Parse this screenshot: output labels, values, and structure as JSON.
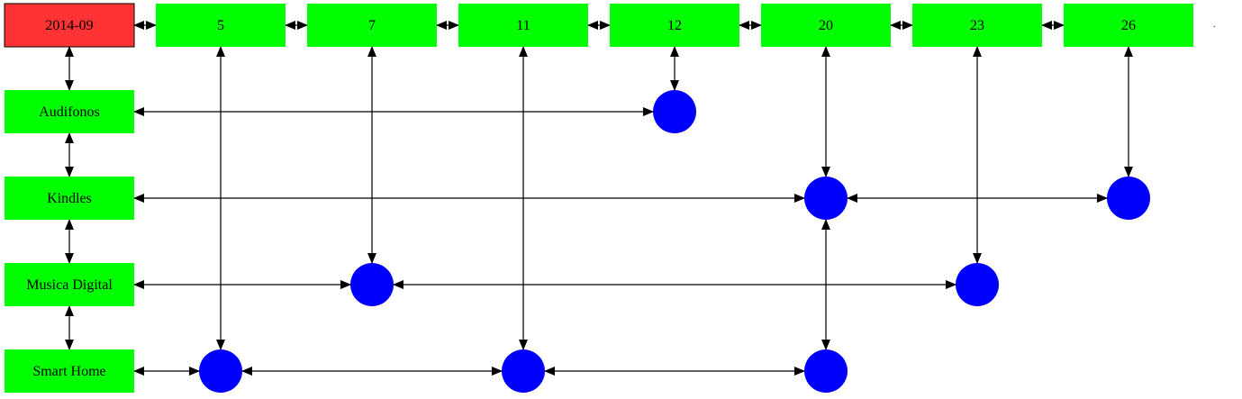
{
  "header": {
    "period": "2014-09",
    "days": [
      "5",
      "7",
      "11",
      "12",
      "20",
      "23",
      "26"
    ],
    "trailing_mark": "."
  },
  "categories": [
    "Audifonos",
    "Kindles",
    "Musica Digital",
    "Smart Home"
  ],
  "events": [
    {
      "category": "Audifonos",
      "days": [
        "12"
      ]
    },
    {
      "category": "Kindles",
      "days": [
        "20",
        "26"
      ]
    },
    {
      "category": "Musica Digital",
      "days": [
        "7",
        "23"
      ]
    },
    {
      "category": "Smart Home",
      "days": [
        "5",
        "11",
        "20"
      ]
    }
  ],
  "colors": {
    "period_fill": "#ff3333",
    "box_fill": "#00ff00",
    "node_fill": "#0000ff",
    "edge": "#000000"
  }
}
